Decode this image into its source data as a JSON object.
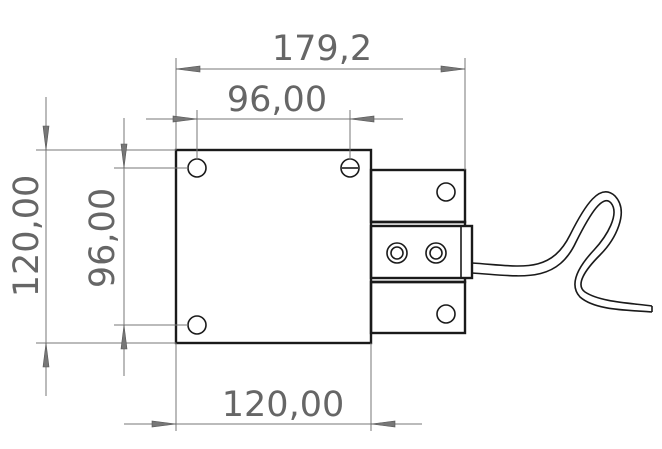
{
  "dimensions": {
    "overall_width": "179,2",
    "hole_spacing_horizontal": "96,00",
    "plate_height": "120,00",
    "hole_spacing_vertical": "96,00",
    "plate_width": "120,00"
  },
  "colors": {
    "outline": "#1a1a1a",
    "dimension": "#777777",
    "text": "#666666",
    "background": "#ffffff"
  }
}
